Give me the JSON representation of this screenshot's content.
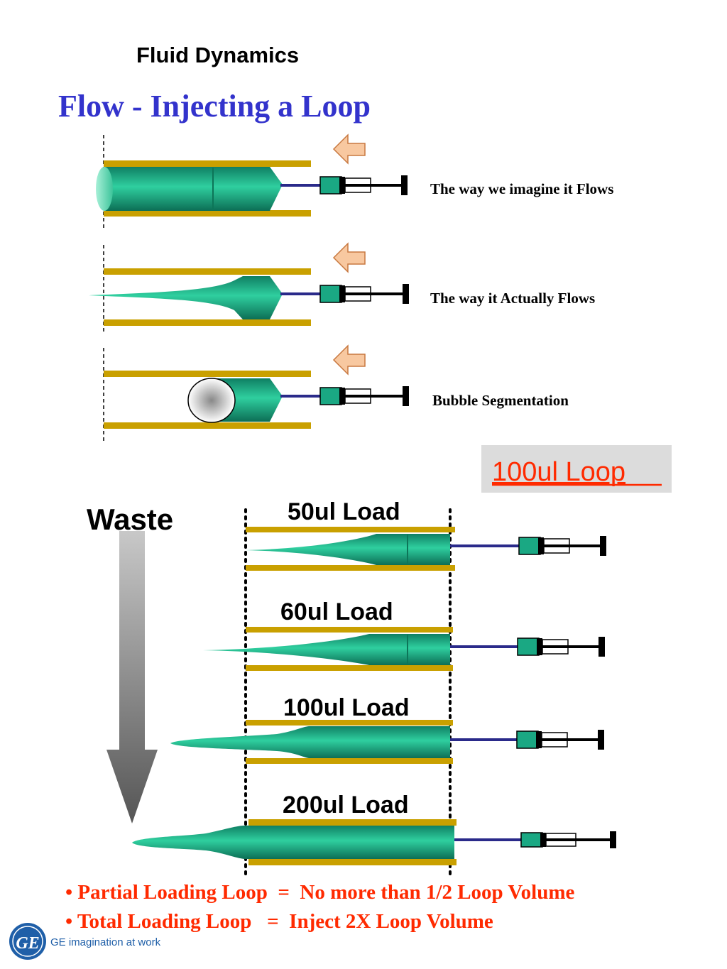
{
  "header": {
    "topic": "Fluid Dynamics",
    "title": "Flow - Injecting a Loop"
  },
  "scenarios": [
    {
      "label": "The way we imagine it Flows"
    },
    {
      "label": "The way it Actually Flows"
    },
    {
      "label": "Bubble Segmentation"
    }
  ],
  "loop_section": {
    "loop_label": "100ul Loop",
    "waste_label": "Waste",
    "loads": [
      {
        "label": "50ul Load"
      },
      {
        "label": "60ul Load"
      },
      {
        "label": "100ul Load"
      },
      {
        "label": "200ul Load"
      }
    ]
  },
  "bullets": [
    {
      "text": "• Partial Loading Loop  =  No more than 1/2 Loop Volume"
    },
    {
      "text": "• Total Loading Loop   =  Inject 2X Loop Volume"
    }
  ],
  "footer": {
    "logo_text": "GE",
    "tagline": "GE imagination at work"
  },
  "colors": {
    "title_blue": "#3333cc",
    "accent_red": "#ff2a00",
    "fluid_green": "#1aa883",
    "tube_gold": "#c9a000",
    "arrow_peach": "#f8c8a0",
    "logo_blue": "#1f5fa8"
  }
}
